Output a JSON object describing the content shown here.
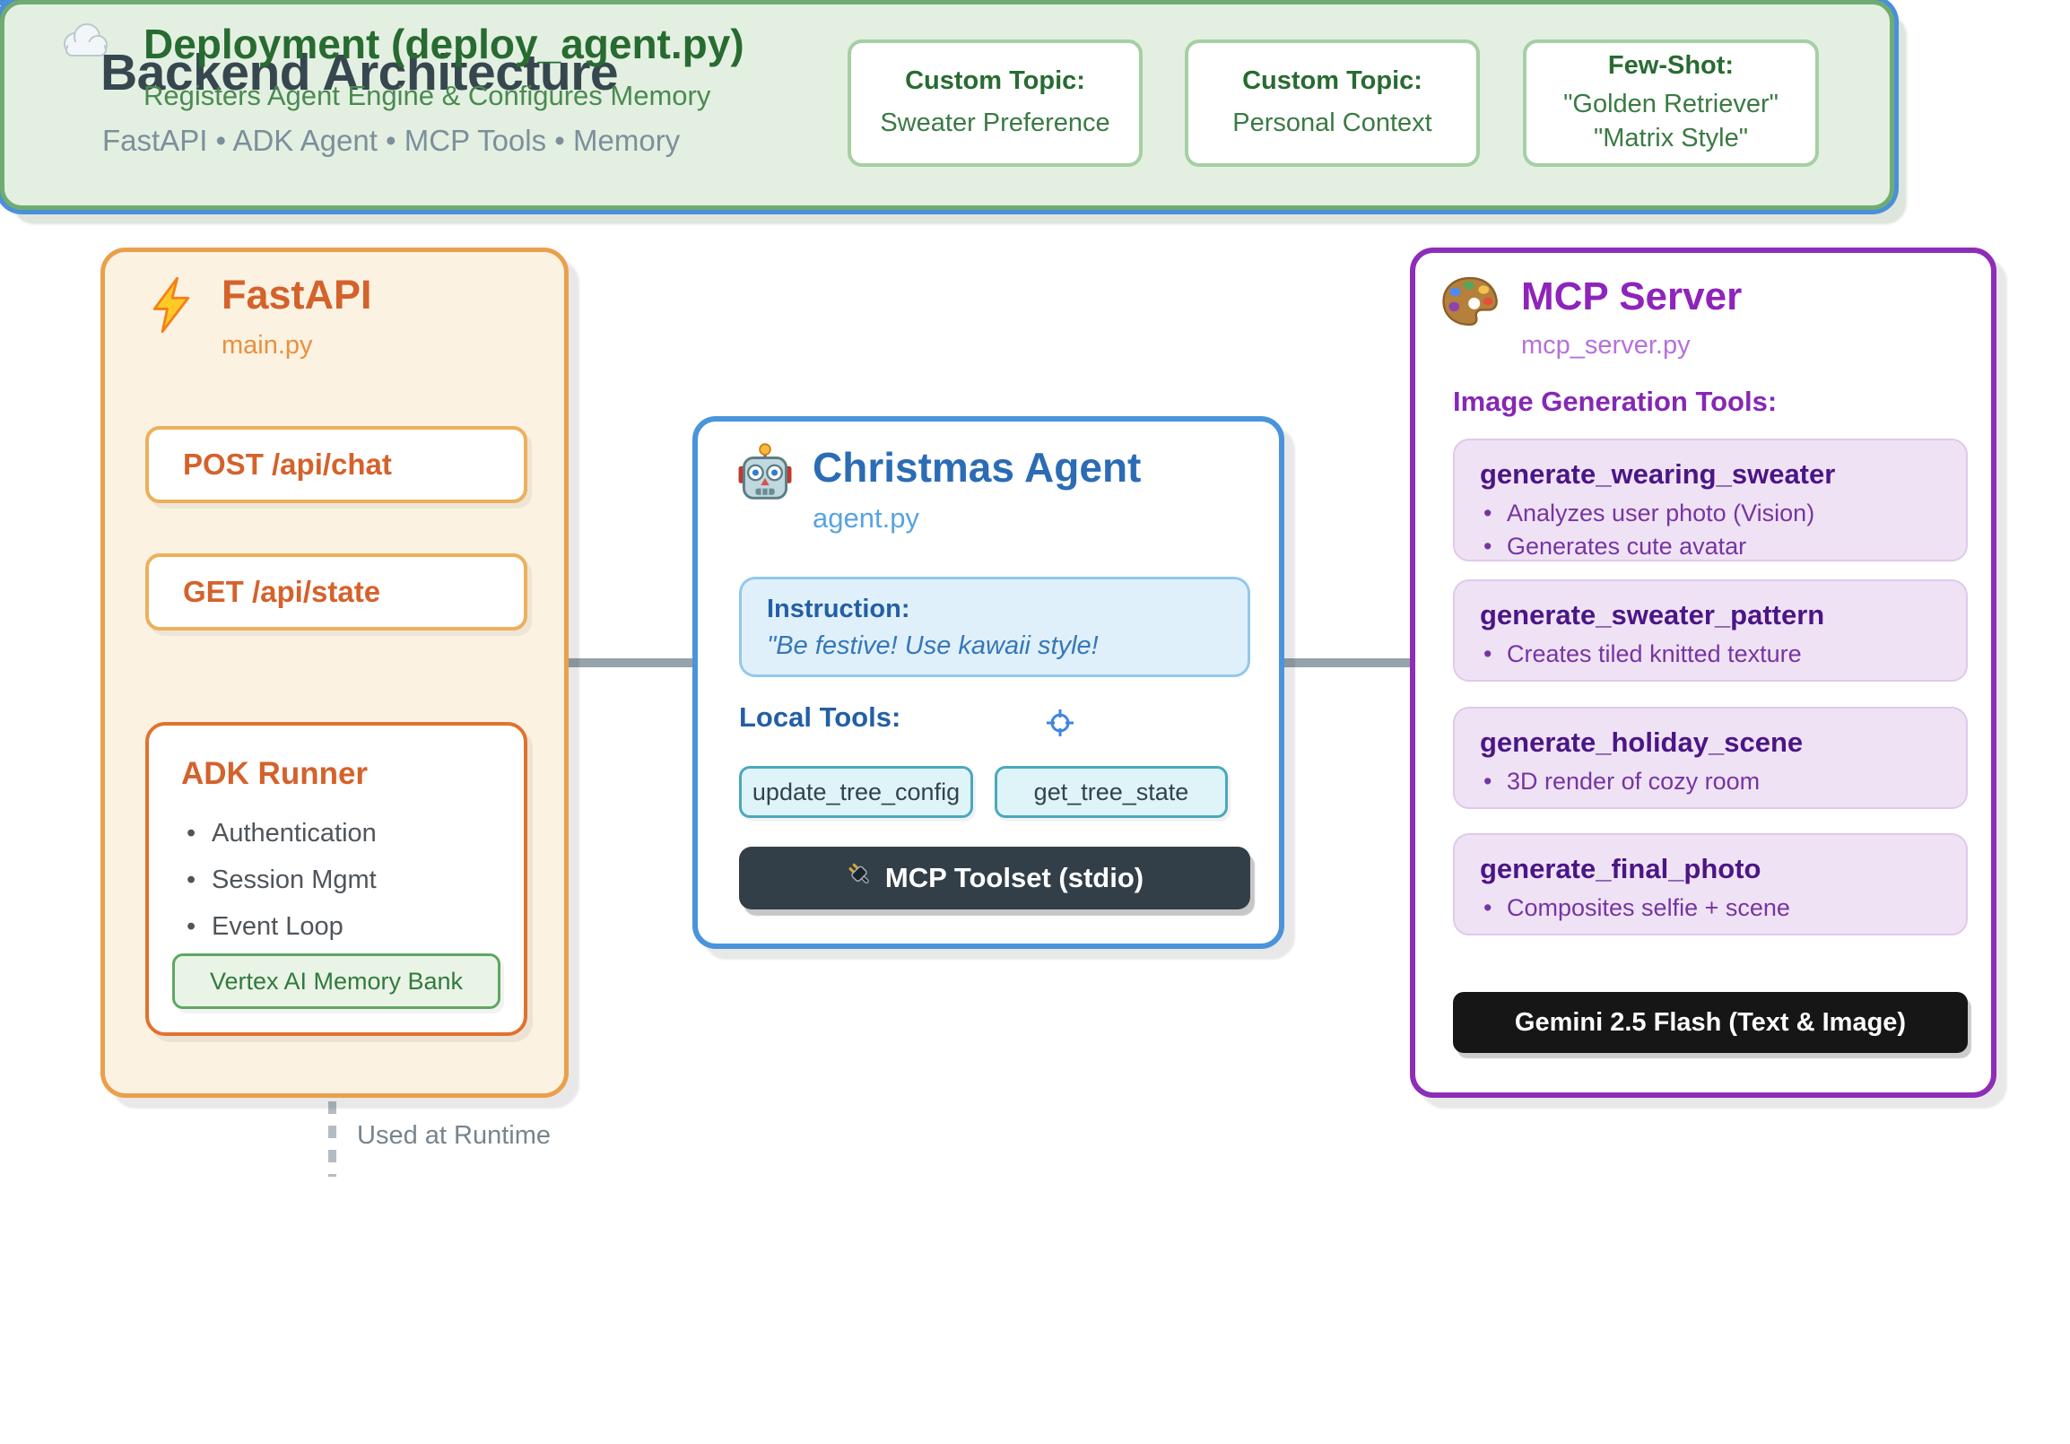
{
  "page": {
    "title": "Backend Architecture",
    "subtitle": "FastAPI • ADK Agent • MCP Tools • Memory"
  },
  "fastapi": {
    "title": "FastAPI",
    "file": "main.py",
    "endpoints": [
      "POST /api/chat",
      "GET /api/state"
    ],
    "runner": {
      "title": "ADK Runner",
      "items": [
        "Authentication",
        "Session Mgmt",
        "Event Loop"
      ],
      "memory_chip": "Vertex AI Memory Bank"
    }
  },
  "agent": {
    "title": "Christmas Agent",
    "file": "agent.py",
    "instruction_label": "Instruction:",
    "instruction_text": "\"Be festive! Use kawaii style!",
    "local_tools_label": "Local Tools:",
    "tools": [
      "update_tree_config",
      "get_tree_state"
    ],
    "toolset_label": "MCP Toolset (stdio)"
  },
  "mcp": {
    "title": "MCP Server",
    "file": "mcp_server.py",
    "section_label": "Image Generation Tools:",
    "tools": [
      {
        "name": "generate_wearing_sweater",
        "bullets": [
          "Analyzes user photo (Vision)",
          "Generates cute avatar"
        ]
      },
      {
        "name": "generate_sweater_pattern",
        "bullets": [
          "Creates tiled knitted texture"
        ]
      },
      {
        "name": "generate_holiday_scene",
        "bullets": [
          "3D render of cozy room"
        ]
      },
      {
        "name": "generate_final_photo",
        "bullets": [
          "Composites selfie + scene"
        ]
      }
    ],
    "model_label": "Gemini 2.5 Flash (Text & Image)"
  },
  "runtime": {
    "label": "Used at Runtime"
  },
  "deployment": {
    "title": "Deployment (deploy_agent.py)",
    "subtitle": "Registers Agent Engine & Configures Memory",
    "cards": [
      {
        "label": "Custom Topic:",
        "line1": "Sweater Preference",
        "line2": ""
      },
      {
        "label": "Custom Topic:",
        "line1": "Personal Context",
        "line2": ""
      },
      {
        "label": "Few-Shot:",
        "line1": "\"Golden Retriever\"",
        "line2": "\"Matrix Style\""
      }
    ]
  },
  "colors": {
    "fastapi_accent": "#d4622b",
    "fastapi_border": "#e9a04b",
    "agent_accent": "#2b6cb5",
    "agent_border": "#4a94db",
    "mcp_accent": "#8e24bb",
    "mcp_border": "#8e2db8",
    "deploy_accent": "#286b31",
    "deploy_border": "#70ac72",
    "connector": "#97a3ab",
    "toolset_bar": "#333f48",
    "gemini_bar": "#161616"
  }
}
